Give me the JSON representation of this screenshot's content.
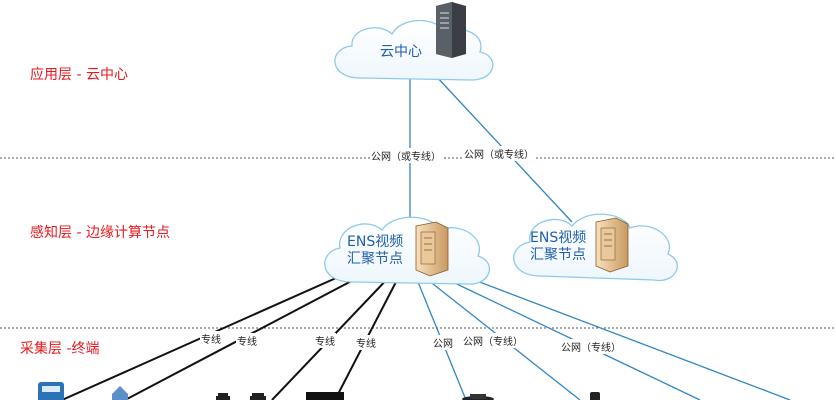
{
  "layers": {
    "app": "应用层 - 云中心",
    "perception": "感知层 - 边缘计算节点",
    "collection": "采集层 -终端"
  },
  "cloud_center": {
    "label": "云中心",
    "icon": "server-tower-icon"
  },
  "ens_nodes": [
    {
      "line1": "ENS视频",
      "line2": "汇聚节点",
      "icon": "server-cabinet-icon"
    },
    {
      "line1": "ENS视频",
      "line2": "汇聚节点",
      "icon": "server-cabinet-icon"
    }
  ],
  "uplink_labels": [
    "公网（或专线）",
    "公网（或专线）"
  ],
  "downlink_labels": [
    "专线",
    "专线",
    "专线",
    "专线",
    "公网",
    "公网（专线）",
    "公网（专线）"
  ],
  "terminal_icons": [
    "bus-icon",
    "building-icon",
    "camera-icon",
    "camera-icon",
    "display-icon",
    "drone-icon",
    "phone-icon"
  ],
  "colors": {
    "layer_text": "#e8191e",
    "cloud_text": "#1f5fae",
    "cloud_stroke": "#8ec9ec",
    "uplink": "#2f86c4",
    "private_line": "#111111",
    "public_line": "#2f86c4",
    "divider": "#555555"
  }
}
